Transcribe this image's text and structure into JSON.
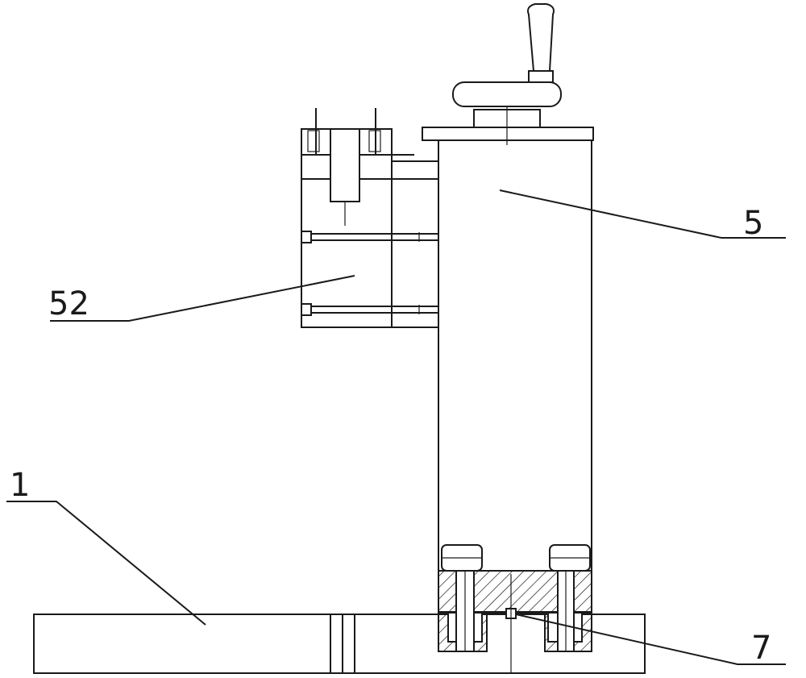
{
  "labels": {
    "base": "1",
    "column": "5",
    "block": "52",
    "pin": "7"
  }
}
